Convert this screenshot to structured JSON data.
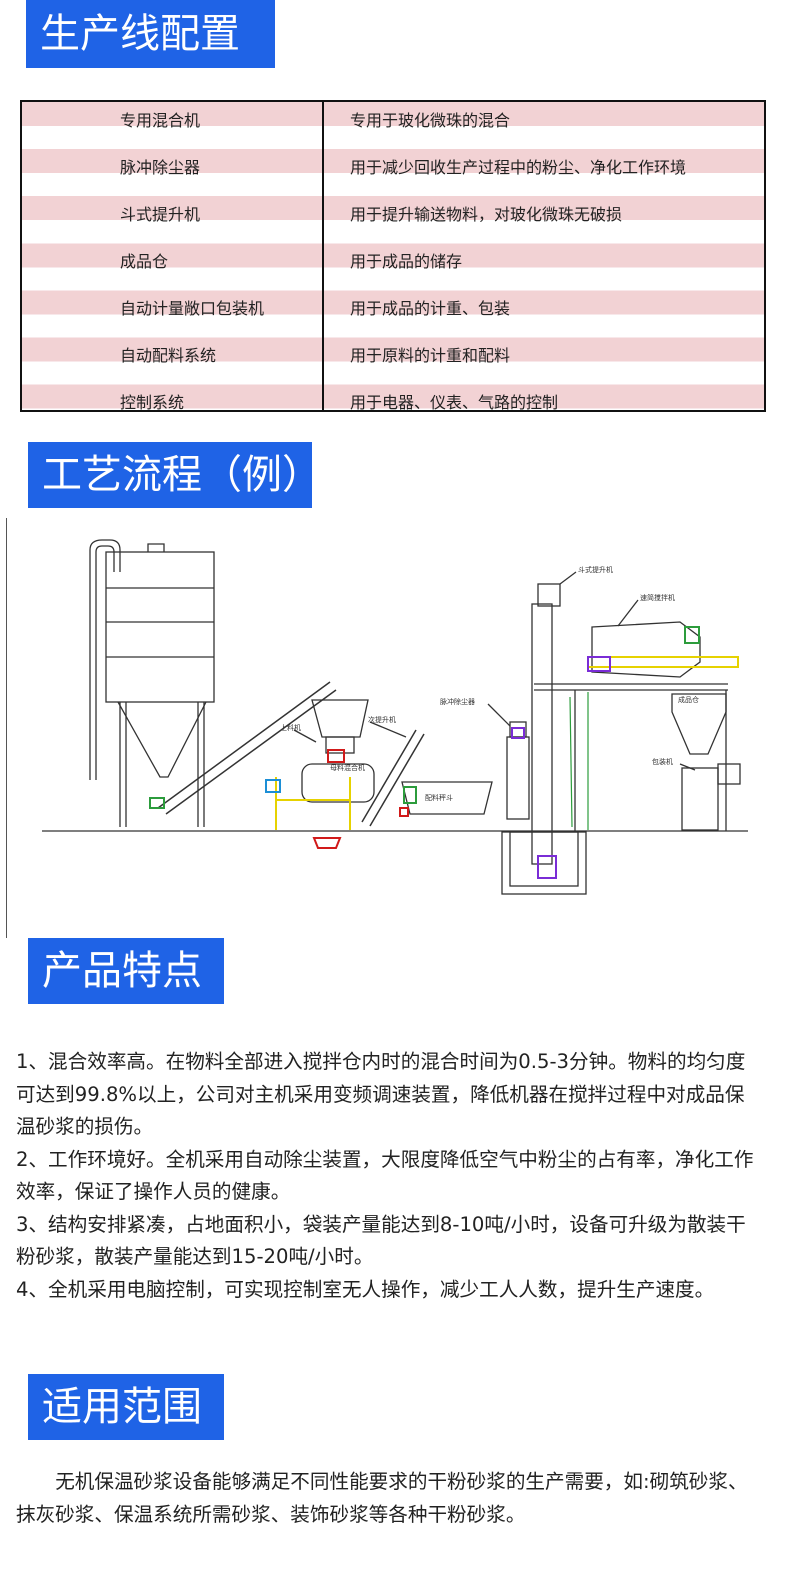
{
  "sections": {
    "config_title": "生产线配置",
    "process_title": "工艺流程（例）",
    "features_title": "产品特点",
    "scope_title": "适用范围"
  },
  "config_table": [
    {
      "name": "专用混合机",
      "desc": "专用于玻化微珠的混合"
    },
    {
      "name": "脉冲除尘器",
      "desc": "用于减少回收生产过程中的粉尘、净化工作环境"
    },
    {
      "name": "斗式提升机",
      "desc": "用于提升输送物料，对玻化微珠无破损"
    },
    {
      "name": "成品仓",
      "desc": "用于成品的储存"
    },
    {
      "name": "自动计量敞口包装机",
      "desc": "用于成品的计重、包装"
    },
    {
      "name": "自动配料系统",
      "desc": "用于原料的计重和配料"
    },
    {
      "name": "控制系统",
      "desc": "用于电器、仪表、气路的控制"
    }
  ],
  "diagram_labels": {
    "bucket_elevator": "斗式提升机",
    "speed_mixer": "速简搅拌机",
    "pulse_dust": "脉冲除尘器",
    "product_bin": "成品仓",
    "secondary_elevator": "次提升机",
    "feeder": "上料机",
    "premix_mixer": "母料混合机",
    "batching_hopper": "配料秤斗",
    "packer": "包装机"
  },
  "features": [
    "1、混合效率高。在物料全部进入搅拌仓内时的混合时间为0.5-3分钟。物料的均匀度可达到99.8%以上，公司对主机采用变频调速装置，降低机器在搅拌过程中对成品保温砂浆的损伤。",
    "2、工作环境好。全机采用自动除尘装置，大限度降低空气中粉尘的占有率，净化工作效率，保证了操作人员的健康。",
    "3、结构安排紧凑，占地面积小，袋装产量能达到8-10吨/小时，设备可升级为散装干粉砂浆，散装产量能达到15-20吨/小时。",
    "4、全机采用电脑控制，可实现控制室无人操作，减少工人人数，提升生产速度。"
  ],
  "scope_text": "无机保温砂浆设备能够满足不同性能要求的干粉砂浆的生产需要，如:砌筑砂浆、抹灰砂浆、保温系统所需砂浆、装饰砂浆等各种干粉砂浆。"
}
